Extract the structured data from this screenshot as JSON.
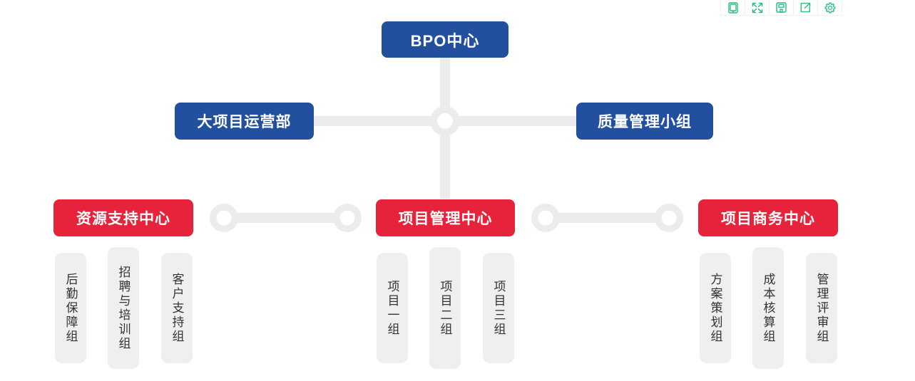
{
  "toolbar": {
    "buttons": [
      {
        "name": "device-preview-icon",
        "label": "设备预览"
      },
      {
        "name": "fullscreen-icon",
        "label": "全屏"
      },
      {
        "name": "save-icon",
        "label": "保存"
      },
      {
        "name": "share-icon",
        "label": "分享"
      },
      {
        "name": "gear-icon",
        "label": "设置"
      }
    ],
    "accent": "#2BBE7E"
  },
  "colors": {
    "blue": "#22509E",
    "red": "#E6233A",
    "connector": "#ececec",
    "leaf_bg": "#efefef",
    "leaf_text": "#333333"
  },
  "chart": {
    "type": "org-chart",
    "root": {
      "label": "BPO中心",
      "color": "#22509E"
    },
    "level2": [
      {
        "label": "大项目运营部",
        "color": "#22509E",
        "side": "left"
      },
      {
        "label": "质量管理小组",
        "color": "#22509E",
        "side": "right"
      }
    ],
    "level3": [
      {
        "label": "资源支持中心",
        "color": "#E6233A",
        "children": [
          "后勤保障组",
          "招聘与培训组",
          "客户支持组"
        ]
      },
      {
        "label": "项目管理中心",
        "color": "#E6233A",
        "children": [
          "项目一组",
          "项目二组",
          "项目三组"
        ]
      },
      {
        "label": "项目商务中心",
        "color": "#E6233A",
        "children": [
          "方案策划组",
          "成本核算组",
          "管理评审组"
        ]
      }
    ]
  }
}
